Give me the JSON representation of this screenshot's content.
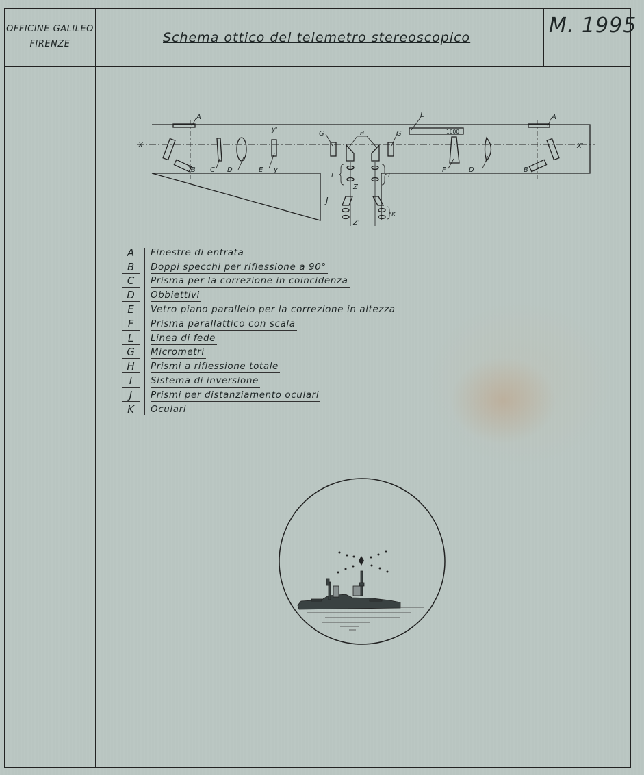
{
  "header": {
    "company_line1": "OFFICINE GALILEO",
    "company_line2": "FIRENZE",
    "title": "Schema ottico del telemetro stereoscopico",
    "model": "M. 1995"
  },
  "diagram": {
    "labels": [
      "A",
      "A",
      "L",
      "1600",
      "y'",
      "G",
      "H",
      "G",
      "X",
      "X'",
      "B",
      "C",
      "D",
      "E",
      "y",
      "F",
      "D",
      "B",
      "I",
      "I",
      "Z",
      "Z'",
      "J",
      "K"
    ]
  },
  "legend": [
    {
      "letter": "A",
      "text": "Finestre di entrata"
    },
    {
      "letter": "B",
      "text": "Doppi specchi per riflessione a 90°"
    },
    {
      "letter": "C",
      "text": "Prisma per la correzione in coincidenza"
    },
    {
      "letter": "D",
      "text": "Obbiettivi"
    },
    {
      "letter": "E",
      "text": "Vetro piano parallelo per la correzione in altezza"
    },
    {
      "letter": "F",
      "text": "Prisma parallattico con scala"
    },
    {
      "letter": "L",
      "text": "Linea di fede"
    },
    {
      "letter": "G",
      "text": "Micrometri"
    },
    {
      "letter": "H",
      "text": "Prismi a riflessione totale"
    },
    {
      "letter": "I",
      "text": "Sistema di inversione"
    },
    {
      "letter": "J",
      "text": "Prismi per distanziamento oculari"
    },
    {
      "letter": "K",
      "text": "Oculari"
    }
  ]
}
